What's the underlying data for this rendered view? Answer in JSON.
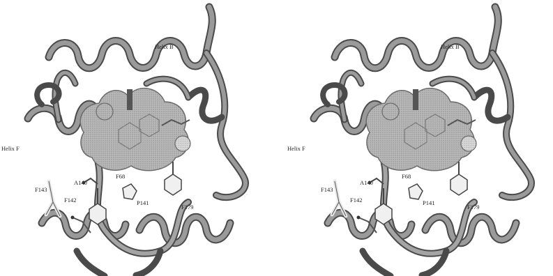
{
  "figure": {
    "type": "stereo-pair protein structure (ribbon with ligand surface)",
    "colors": {
      "background": "#ffffff",
      "ribbon": "#8a8a8a",
      "ribbon_edge": "#4a4a4a",
      "surface": "#bdbdbd",
      "sticks_dark": "#5a5a5a",
      "sticks_light": "#e8e8e8"
    },
    "panels": [
      {
        "name": "left",
        "labels": {
          "helix_b": "Helix B",
          "helix_f": "Helix F",
          "f143": "F143",
          "a140": "A140",
          "f68": "F68",
          "p141": "P141",
          "f142": "F142",
          "f179": "F179"
        }
      },
      {
        "name": "right",
        "labels": {
          "helix_b": "Helix B",
          "helix_f": "Helix F",
          "f143": "F143",
          "a140": "A140",
          "f68": "F68",
          "p141": "P141",
          "f142": "F142",
          "f179": "F179"
        }
      }
    ]
  }
}
